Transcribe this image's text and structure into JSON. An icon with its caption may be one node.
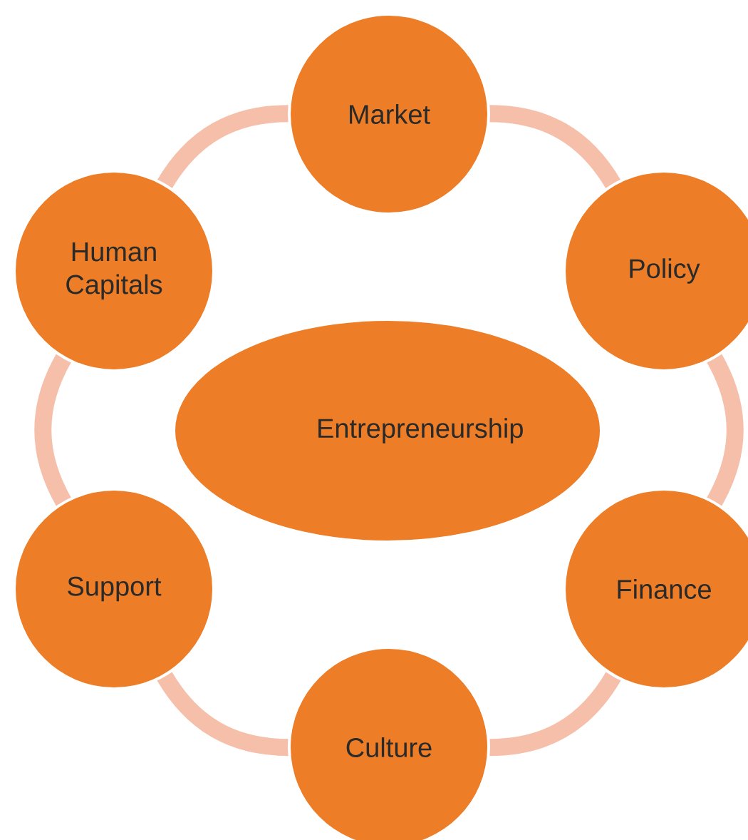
{
  "diagram": {
    "nodes": [
      {
        "text": [
          "Entrepreneurship"
        ]
      },
      {
        "text": [
          "Market"
        ]
      },
      {
        "text": [
          "Policy"
        ]
      },
      {
        "text": [
          "Finance"
        ]
      },
      {
        "text": [
          "Culture"
        ]
      },
      {
        "text": [
          "Support"
        ]
      },
      {
        "text": [
          "Human Capitals"
        ]
      }
    ],
    "edges": [
      {
        "from": 1,
        "to": 2,
        "arrow": "none"
      },
      {
        "from": 2,
        "to": 3,
        "arrow": "none"
      },
      {
        "from": 3,
        "to": 4,
        "arrow": "none"
      },
      {
        "from": 4,
        "to": 5,
        "arrow": "none"
      },
      {
        "from": 5,
        "to": 6,
        "arrow": "none"
      },
      {
        "from": 6,
        "to": 1,
        "arrow": "none"
      }
    ]
  }
}
